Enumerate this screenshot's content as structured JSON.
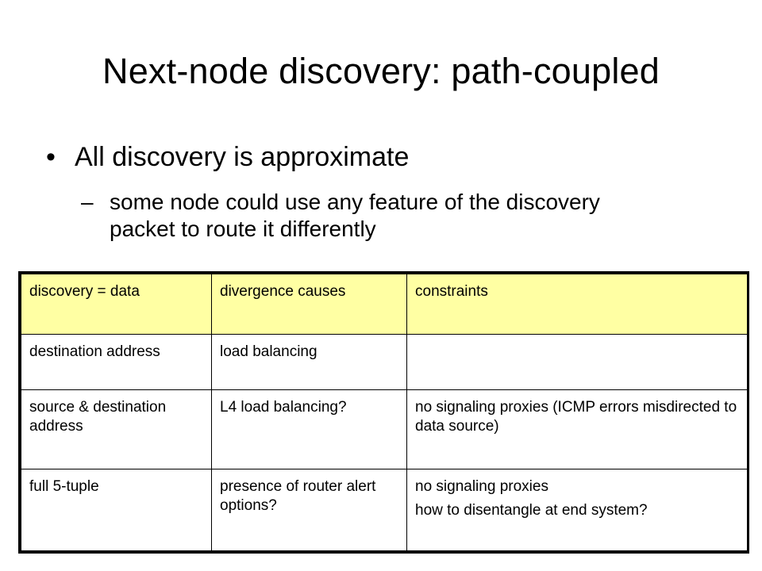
{
  "slide": {
    "title": "Next-node discovery: path-coupled",
    "bullets": [
      {
        "marker": "•",
        "text": "All discovery is approximate",
        "sub": {
          "marker": "–",
          "text": "some node could use any feature of the discovery packet to route it differently"
        }
      }
    ]
  },
  "table": {
    "header_color": "#ffffa3",
    "headers": [
      "discovery = data",
      "divergence causes",
      "constraints"
    ],
    "rows": [
      {
        "col1": "destination address",
        "col2": "load balancing",
        "col3": []
      },
      {
        "col1": "source & destination address",
        "col2": "L4 load balancing?",
        "col3": [
          "no signaling proxies (ICMP errors misdirected to data source)"
        ]
      },
      {
        "col1": "full 5-tuple",
        "col2": "presence of router alert options?",
        "col3": [
          "no signaling proxies",
          "how to disentangle at end system?"
        ]
      }
    ]
  }
}
